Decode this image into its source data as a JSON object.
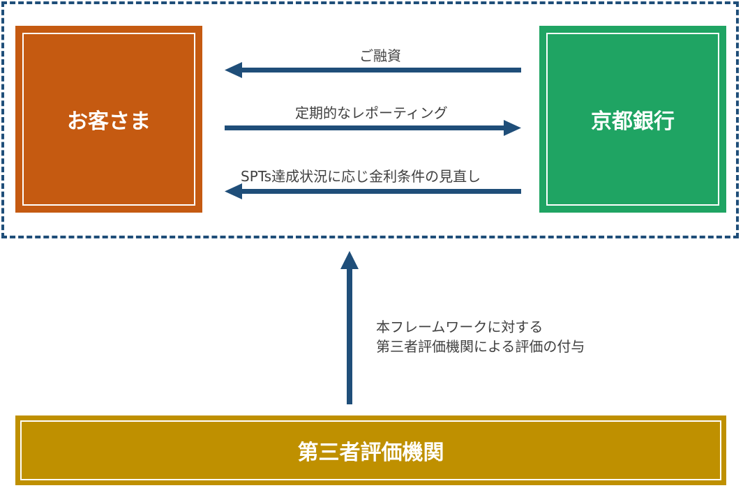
{
  "nodes": {
    "customer": "お客さま",
    "bank": "京都銀行",
    "agency": "第三者評価機関"
  },
  "flows": {
    "loan": "ご融資",
    "reporting": "定期的なレポーティング",
    "review": "SPTs達成状況に応じ金利条件の見直し",
    "evaluation_line1": "本フレームワークに対する",
    "evaluation_line2": "第三者評価機関による評価の付与"
  },
  "colors": {
    "customer": "#c55a11",
    "bank": "#1fa463",
    "agency": "#bf9000",
    "arrow": "#1f4e79",
    "frame": "#1f4e79"
  }
}
